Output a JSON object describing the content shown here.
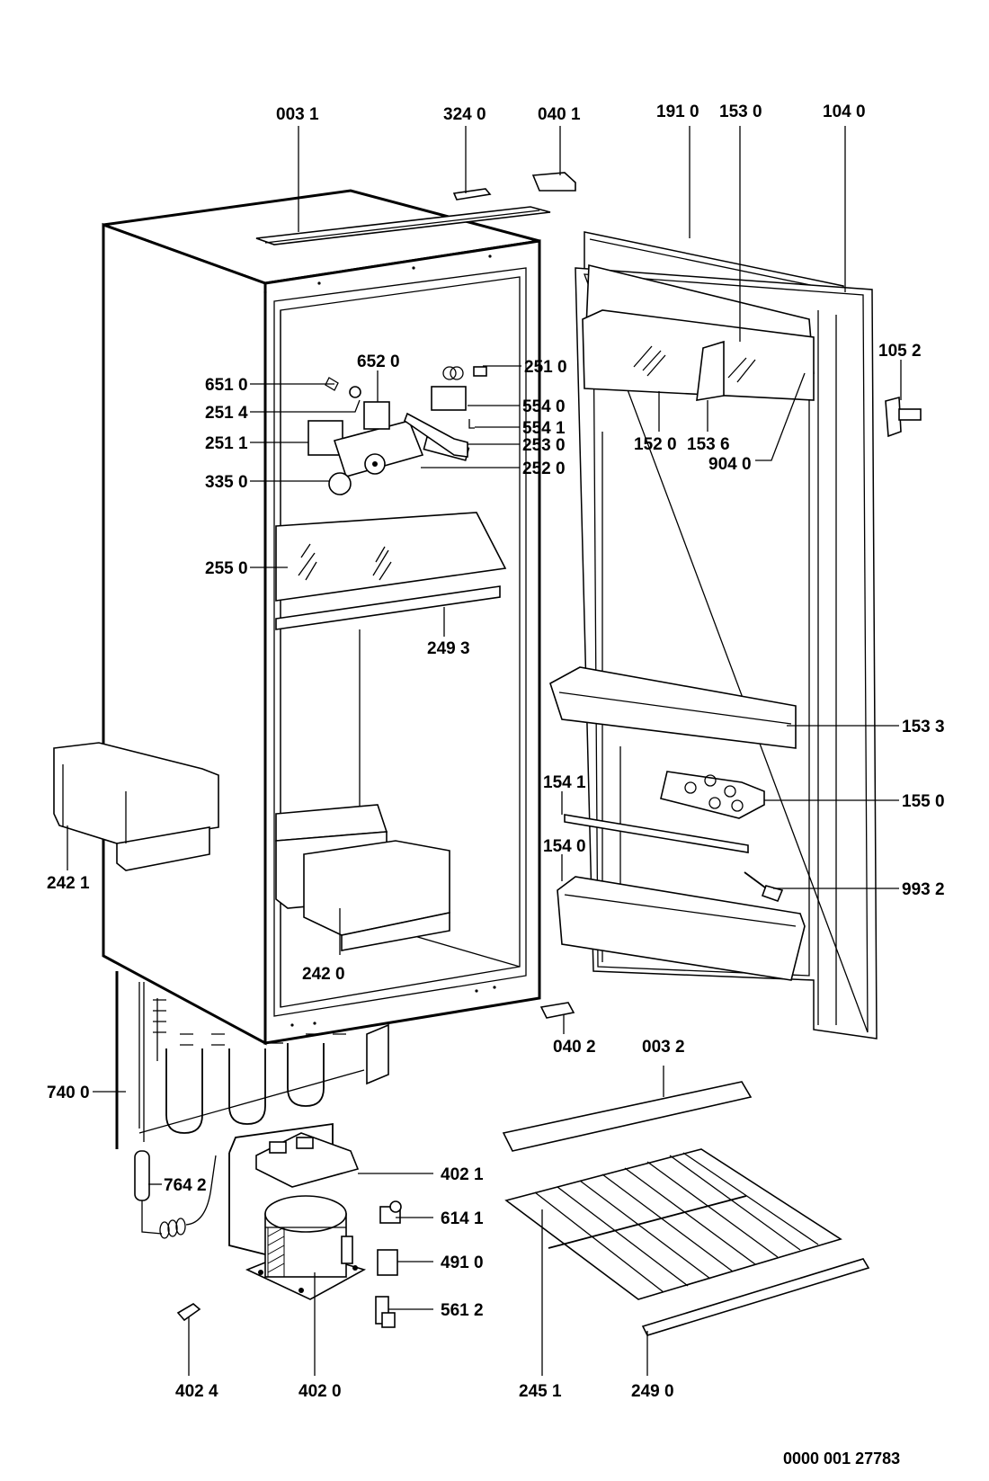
{
  "diagram": {
    "title": "Refrigerator exploded parts diagram",
    "document_number": "0000 001 27783",
    "callouts": {
      "p0031": "003 1",
      "p3240": "324 0",
      "p0401": "040 1",
      "p1910": "191 0",
      "p1530": "153 0",
      "p1040": "104 0",
      "p1052": "105 2",
      "p6510": "651 0",
      "p6520": "652 0",
      "p2510": "251 0",
      "p2514": "251 4",
      "p5540": "554 0",
      "p5541": "554 1",
      "p2511": "251 1",
      "p2530": "253 0",
      "p2520": "252 0",
      "p3350": "335 0",
      "p1520": "152 0",
      "p1536": "153 6",
      "p9040": "904 0",
      "p2550": "255 0",
      "p2493": "249 3",
      "p1533": "153 3",
      "p1541": "154 1",
      "p1550": "155 0",
      "p1540": "154 0",
      "p9932": "993 2",
      "p2421": "242 1",
      "p2420": "242 0",
      "p0402": "040 2",
      "p0032": "003 2",
      "p7400": "740 0",
      "p4021": "402 1",
      "p7642": "764 2",
      "p6141": "614 1",
      "p4910": "491 0",
      "p5612": "561 2",
      "p4024": "402 4",
      "p4020": "402 0",
      "p2451": "245 1",
      "p2490": "249 0"
    }
  }
}
